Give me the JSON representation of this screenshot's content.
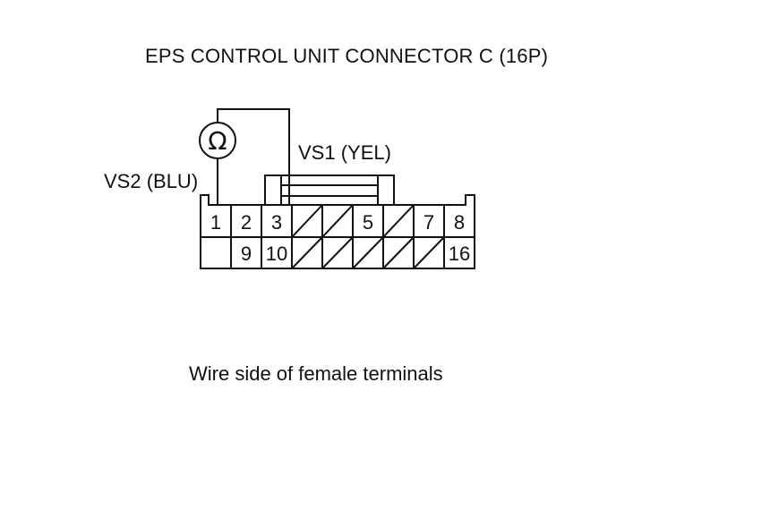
{
  "diagram": {
    "title": "EPS CONTROL UNIT CONNECTOR C (16P)",
    "labels": {
      "vs1": "VS1 (YEL)",
      "vs2": "VS2 (BLU)"
    },
    "meter_symbol": "Ω",
    "caption": "Wire side of female terminals",
    "connector": {
      "top_row": [
        {
          "label": "1"
        },
        {
          "label": "2"
        },
        {
          "label": "3"
        },
        {
          "label": ""
        },
        {
          "label": ""
        },
        {
          "label": "5"
        },
        {
          "label": ""
        },
        {
          "label": "7"
        },
        {
          "label": "8"
        }
      ],
      "bottom_row": [
        {
          "label": ""
        },
        {
          "label": "9"
        },
        {
          "label": "10"
        },
        {
          "label": ""
        },
        {
          "label": ""
        },
        {
          "label": ""
        },
        {
          "label": ""
        },
        {
          "label": ""
        },
        {
          "label": "16"
        }
      ],
      "blocked_top": [
        3,
        4,
        6
      ],
      "blocked_bottom": [
        3,
        4,
        5,
        6,
        7
      ]
    }
  }
}
